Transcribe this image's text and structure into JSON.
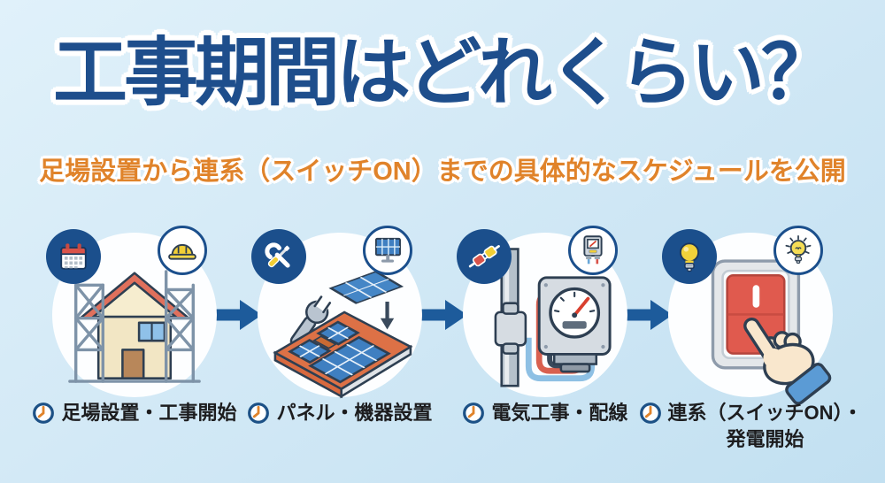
{
  "page": {
    "title": "工事期間はどれくらい？",
    "subtitle": "足場設置から連系（スイッチON）までの具体的なスケジュールを公開"
  },
  "steps": [
    {
      "name": "scaffolding-setup",
      "label_lines": [
        "足場設置・工事開始"
      ],
      "illustration": "house-with-scaffolding",
      "badge_left_icon": "calendar-icon",
      "badge_right_icon": "hardhat-icon"
    },
    {
      "name": "panel-installation",
      "label_lines": [
        "パネル・機器設置"
      ],
      "illustration": "solar-panel-on-roof",
      "badge_left_icon": "tools-icon",
      "badge_right_icon": "solar-panel-icon"
    },
    {
      "name": "electrical-wiring",
      "label_lines": [
        "電気工事・配線"
      ],
      "illustration": "electric-meter-wiring",
      "badge_left_icon": "cable-connector-icon",
      "badge_right_icon": "power-meter-icon"
    },
    {
      "name": "grid-connection-start",
      "label_lines": [
        "連系（スイッチON）・",
        "発電開始"
      ],
      "illustration": "hand-pressing-switch",
      "badge_left_icon": "lightbulb-icon",
      "badge_right_icon": "glowing-bulb-icon"
    }
  ],
  "colors": {
    "background_top": "#e0f1fa",
    "background_bottom": "#c2e0f1",
    "title_navy": "#1e4e8c",
    "subtitle_orange": "#e0832a",
    "arrow_navy": "#1d5b9b",
    "badge_navy": "#1b4f8c",
    "label_text": "#1d1d1f",
    "clock_ring": "#1c5186",
    "clock_hands": "#e0832a"
  }
}
